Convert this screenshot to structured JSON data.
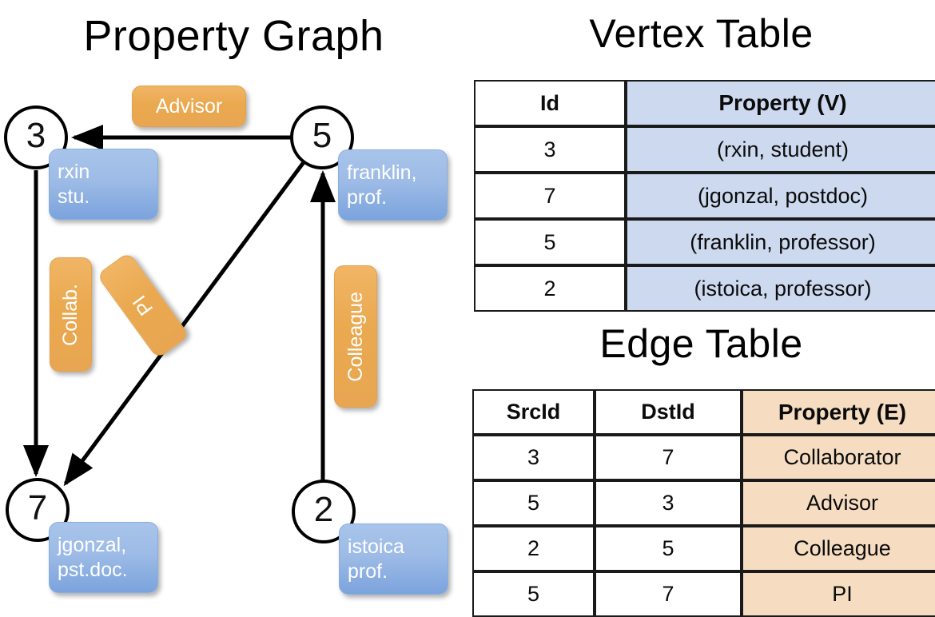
{
  "titles": {
    "property_graph": "Property Graph",
    "vertex_table": "Vertex Table",
    "edge_table": "Edge Table"
  },
  "graph": {
    "nodes": [
      {
        "id": "3",
        "property_line1": "rxin",
        "property_line2": "stu."
      },
      {
        "id": "5",
        "property_line1": "franklin,",
        "property_line2": "prof."
      },
      {
        "id": "7",
        "property_line1": "jgonzal,",
        "property_line2": "pst.doc."
      },
      {
        "id": "2",
        "property_line1": "istoica",
        "property_line2": "prof."
      }
    ],
    "edge_labels": [
      {
        "label": "Advisor",
        "orientation": "horizontal"
      },
      {
        "label": "Collab.",
        "orientation": "vertical"
      },
      {
        "label": "PI",
        "orientation": "diagonal"
      },
      {
        "label": "Colleague",
        "orientation": "vertical"
      }
    ]
  },
  "vertex_table": {
    "headers": [
      "Id",
      "Property (V)"
    ],
    "rows": [
      {
        "id": "3",
        "property": "(rxin, student)"
      },
      {
        "id": "7",
        "property": "(jgonzal, postdoc)"
      },
      {
        "id": "5",
        "property": "(franklin, professor)"
      },
      {
        "id": "2",
        "property": "(istoica, professor)"
      }
    ]
  },
  "edge_table": {
    "headers": [
      "SrcId",
      "DstId",
      "Property (E)"
    ],
    "rows": [
      {
        "src": "3",
        "dst": "7",
        "property": "Collaborator"
      },
      {
        "src": "5",
        "dst": "3",
        "property": "Advisor"
      },
      {
        "src": "2",
        "dst": "5",
        "property": "Colleague"
      },
      {
        "src": "5",
        "dst": "7",
        "property": "PI"
      }
    ]
  },
  "colors": {
    "vertex_property_fill": "#ccd9ef",
    "edge_property_fill": "#f6ddc2",
    "vertex_box_blue": "#9dbbe6",
    "edge_box_orange": "#eaa94f",
    "stroke": "#000000",
    "background": "#ffffff"
  }
}
